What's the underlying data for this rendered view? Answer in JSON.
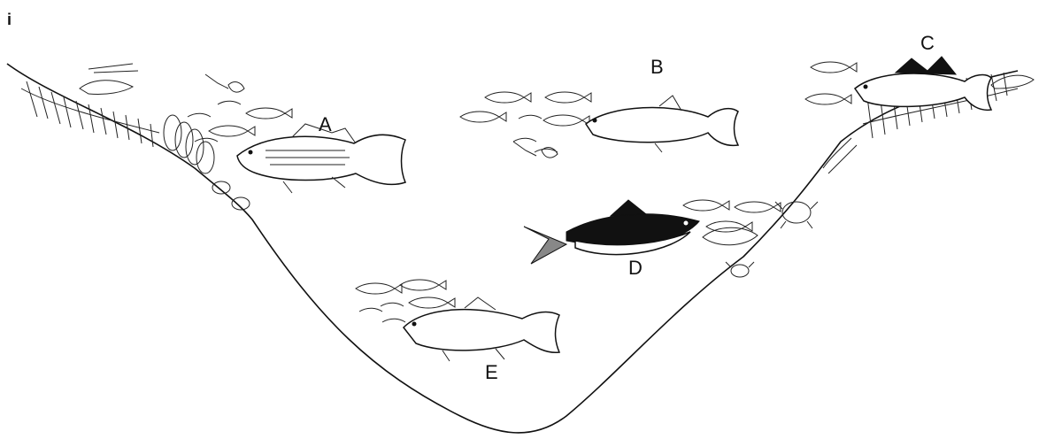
{
  "figure": {
    "panel_label": "i",
    "fish_labels": {
      "a": "A",
      "b": "B",
      "c": "C",
      "d": "D",
      "e": "E"
    }
  },
  "colors": {
    "ink": "#111111",
    "background": "#ffffff"
  }
}
